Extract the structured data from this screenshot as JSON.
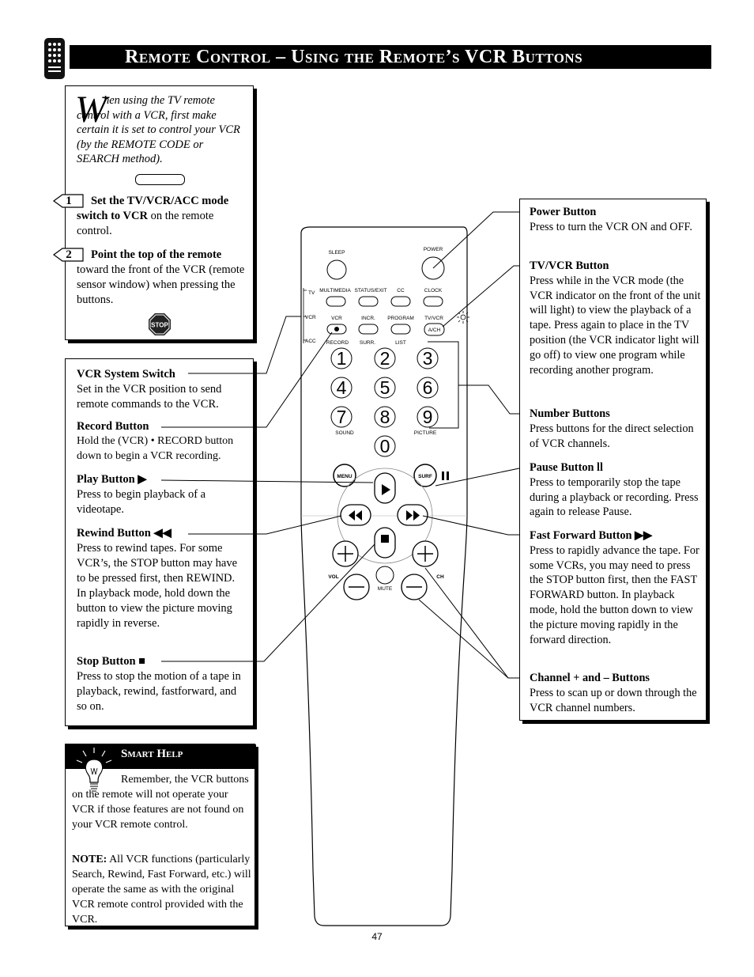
{
  "header": {
    "title": "Remote Control – Using the Remote’s VCR Buttons"
  },
  "intro": {
    "drop_cap": "W",
    "text": "hen using the TV remote control with a VCR, first make certain it is set to control your VCR (by the REMOTE CODE or SEARCH method).",
    "step1_num": "1",
    "step1_bold": "Set the TV/VCR/ACC mode switch to VCR",
    "step1_rest": " on the remote control.",
    "step2_num": "2",
    "step2_bold": "Point the top of the remote",
    "step2_rest": " toward the front of the VCR (remote sensor window) when pressing the buttons.",
    "stop_text": "STOP"
  },
  "left": {
    "vcr_switch": {
      "title": "VCR System Switch",
      "desc": "Set in the VCR position to send remote commands to the VCR."
    },
    "record": {
      "title": "Record Button",
      "desc": "Hold the (VCR) • RECORD button down to begin a VCR recording."
    },
    "play": {
      "title": "Play Button ▶",
      "desc": "Press to begin playback of a videotape."
    },
    "rewind": {
      "title": "Rewind Button ◀◀",
      "desc": "Press to rewind tapes. For some VCR’s, the STOP button may have to be pressed first, then REWIND. In playback mode, hold down the button to view the picture moving rapidly in reverse."
    },
    "stop": {
      "title": "Stop Button ■",
      "desc": "Press to stop the motion of a tape in playback, rewind, fastforward, and so on."
    }
  },
  "right": {
    "power": {
      "title": "Power Button",
      "desc": "Press to turn the VCR ON and OFF."
    },
    "tvvcr": {
      "title": "TV/VCR Button",
      "desc": "Press while in the VCR mode (the VCR indicator on the front of the unit will light) to view the playback of a tape. Press again to place in the TV position (the VCR indicator light will go off) to view one program while recording another program."
    },
    "number": {
      "title": "Number Buttons",
      "desc": "Press buttons for the direct selection of VCR channels."
    },
    "pause": {
      "title": "Pause Button ll",
      "desc": "Press to temporarily stop the tape during a playback or recording. Press again to release Pause."
    },
    "ff": {
      "title": "Fast Forward Button ▶▶",
      "desc": "Press to rapidly advance the tape. For some VCRs, you may need to press the STOP button first, then the FAST FORWARD button. In playback mode, hold the button down to view the picture moving rapidly in the forward direction."
    },
    "channel": {
      "title": "Channel + and – Buttons",
      "desc": "Press to scan up or down through the VCR channel numbers."
    }
  },
  "smart_help": {
    "title": "Smart Help",
    "text": "Remember, the VCR buttons on the remote will not operate your VCR if those features are not found on your VCR remote control.",
    "note_label": "NOTE:",
    "note_text": " All VCR functions (particularly Search, Rewind, Fast Forward, etc.) will operate the same as with the original VCR remote control provided with the VCR."
  },
  "remote": {
    "sleep": "SLEEP",
    "power": "POWER",
    "multimedia": "MULTIMEDIA",
    "status_exit": "STATUS/EXIT",
    "cc": "CC",
    "clock": "CLOCK",
    "tv": "TV",
    "vcr_switch": "VCR",
    "acc": "ACC",
    "vcr": "VCR",
    "incr": "INCR.",
    "program": "PROGRAM",
    "tvvcr": "TV/VCR",
    "record": "RECORD",
    "surr": "SURR.",
    "list": "LIST",
    "ach": "A/CH",
    "digits": [
      "1",
      "2",
      "3",
      "4",
      "5",
      "6",
      "7",
      "8",
      "9",
      "0"
    ],
    "sound": "SOUND",
    "picture": "PICTURE",
    "menu": "MENU",
    "surf": "SURF",
    "vol": "VOL",
    "ch": "CH",
    "mute": "MUTE"
  },
  "page_number": "47"
}
